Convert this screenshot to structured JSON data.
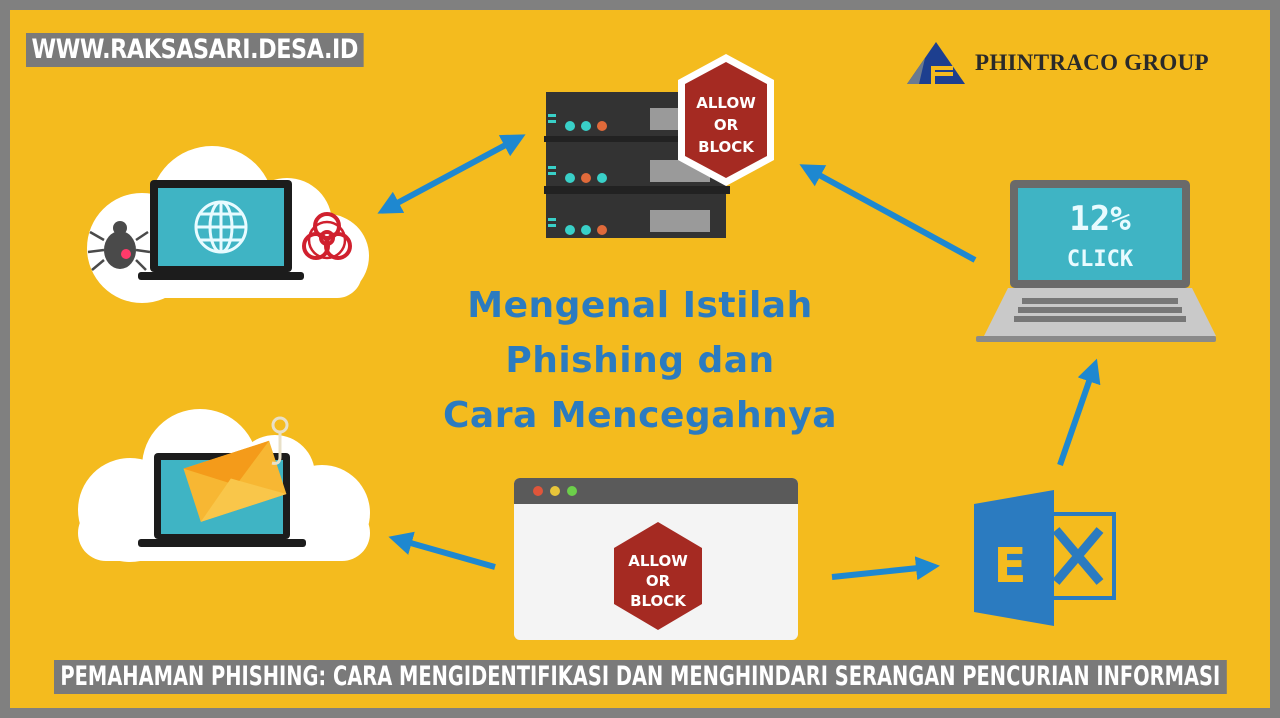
{
  "header": {
    "site_label": "WWW.RAKSASARI.DESA.ID",
    "brand_name": "PHINTRACO GROUP"
  },
  "main": {
    "headline_lines": [
      "Mengenal Istilah",
      "Phishing dan",
      "Cara Mencegahnya"
    ]
  },
  "illustrations": {
    "server_badge": {
      "line1": "ALLOW",
      "line2": "OR",
      "line3": "BLOCK"
    },
    "browser_badge": {
      "line1": "ALLOW",
      "line2": "OR",
      "line3": "BLOCK"
    },
    "laptop_screen": {
      "percent": "12%",
      "label": "CLICK"
    },
    "exchange_icon": {
      "letter": "E"
    }
  },
  "footer": {
    "caption": "PEMAHAMAN PHISHING: CARA MENGIDENTIFIKASI DAN MENGHINDARI SERANGAN PENCURIAN INFORMASI"
  },
  "colors": {
    "background": "#F4BB1E",
    "frame": "#808080",
    "accent_blue": "#2B7BC0",
    "arrow_blue": "#1E88D0",
    "badge_red": "#A52A22",
    "screen_teal": "#3FB4C4",
    "server_dark": "#3a3a3a"
  }
}
